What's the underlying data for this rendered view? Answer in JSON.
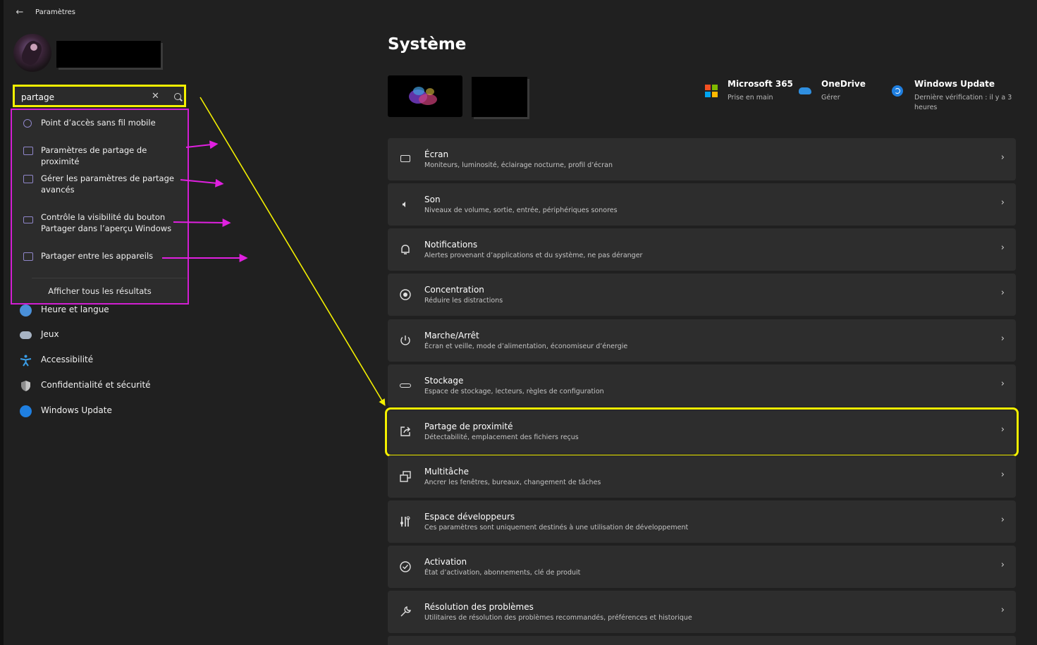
{
  "app": {
    "title": "Paramètres"
  },
  "search": {
    "value": "partage",
    "clear_glyph": "✕"
  },
  "search_results": {
    "items": [
      {
        "label": "Point d’accès sans fil mobile",
        "icon": "hotspot-icon"
      },
      {
        "label": "Paramètres de partage de proximité",
        "icon": "share-icon"
      },
      {
        "label": "Gérer les paramètres de partage avancés",
        "icon": "network-icon"
      },
      {
        "label": "Contrôle la visibilité du bouton Partager dans l’aperçu Windows",
        "icon": "taskbar-icon"
      },
      {
        "label": "Partager entre les appareils",
        "icon": "list-icon"
      }
    ],
    "show_all": "Afficher tous les résultats"
  },
  "sidebar": {
    "items": [
      {
        "label": "Heure et langue",
        "icon": "globe-clock-icon"
      },
      {
        "label": "Jeux",
        "icon": "gamepad-icon"
      },
      {
        "label": "Accessibilité",
        "icon": "accessibility-icon"
      },
      {
        "label": "Confidentialité et sécurité",
        "icon": "shield-icon"
      },
      {
        "label": "Windows Update",
        "icon": "windows-update-icon"
      }
    ]
  },
  "main": {
    "title": "Système",
    "quick_links": [
      {
        "title": "Microsoft 365",
        "subtitle": "Prise en main",
        "icon": "microsoft-365-icon"
      },
      {
        "title": "OneDrive",
        "subtitle": "Gérer",
        "icon": "onedrive-icon"
      },
      {
        "title": "Windows Update",
        "subtitle": "Dernière vérification : il y a 3",
        "subtitle2": "heures",
        "icon": "windows-update-icon"
      }
    ],
    "cards": [
      {
        "title": "Écran",
        "subtitle": "Moniteurs, luminosité, éclairage nocturne, profil d’écran",
        "icon": "display-icon"
      },
      {
        "title": "Son",
        "subtitle": "Niveaux de volume, sortie, entrée, périphériques sonores",
        "icon": "speaker-icon"
      },
      {
        "title": "Notifications",
        "subtitle": "Alertes provenant d’applications et du système, ne pas déranger",
        "icon": "bell-icon"
      },
      {
        "title": "Concentration",
        "subtitle": "Réduire les distractions",
        "icon": "focus-icon"
      },
      {
        "title": "Marche/Arrêt",
        "subtitle": "Écran et veille, mode d’alimentation, économiseur d’énergie",
        "icon": "power-icon"
      },
      {
        "title": "Stockage",
        "subtitle": "Espace de stockage, lecteurs, règles de configuration",
        "icon": "storage-icon"
      },
      {
        "title": "Partage de proximité",
        "subtitle": "Détectabilité, emplacement des fichiers reçus",
        "icon": "share-icon"
      },
      {
        "title": "Multitâche",
        "subtitle": "Ancrer les fenêtres, bureaux, changement de tâches",
        "icon": "multitask-icon"
      },
      {
        "title": "Espace développeurs",
        "subtitle": "Ces paramètres sont uniquement destinés à une utilisation de développement",
        "icon": "developer-icon"
      },
      {
        "title": "Activation",
        "subtitle": "État d’activation, abonnements, clé de produit",
        "icon": "check-circle-icon"
      },
      {
        "title": "Résolution des problèmes",
        "subtitle": "Utilitaires de résolution des problèmes recommandés, préférences et historique",
        "icon": "wrench-icon"
      }
    ]
  },
  "colors": {
    "background": "#202020",
    "card": "#2d2d2d",
    "highlight_yellow": "#f4f000",
    "highlight_magenta": "#d21ed2"
  }
}
